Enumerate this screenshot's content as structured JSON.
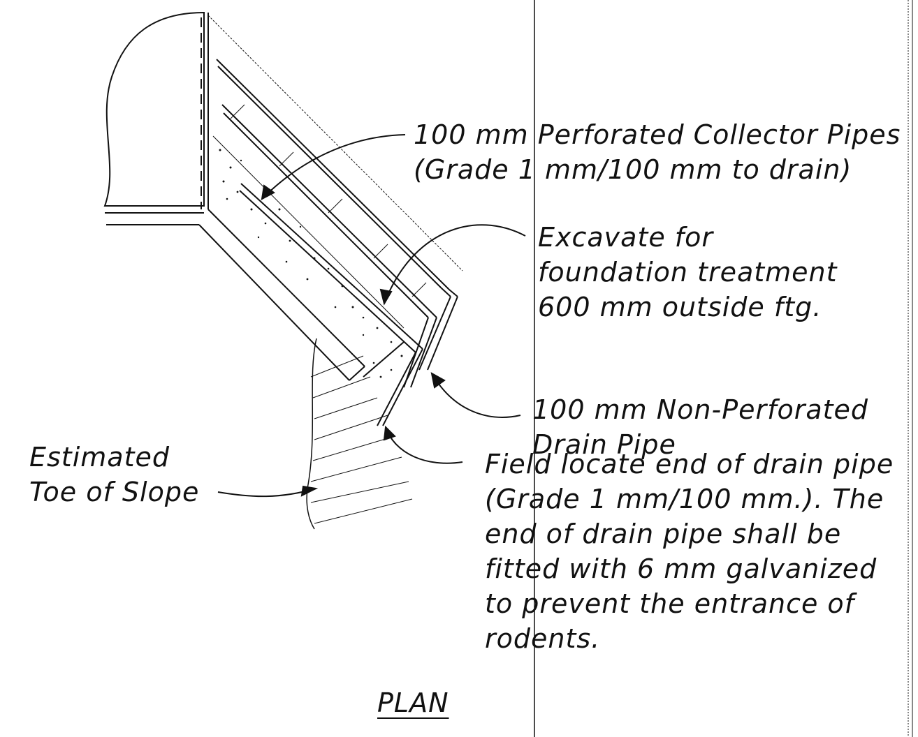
{
  "drawing": {
    "title": "PLAN",
    "line_color": "#111111",
    "notes": {
      "collector_pipes": [
        "100 mm Perforated Collector Pipes",
        "(Grade  1 mm/100 mm to drain)"
      ],
      "excavate": [
        "Excavate for",
        "foundation treatment",
        "600 mm outside ftg."
      ],
      "drain_pipe": [
        "100 mm Non-Perforated",
        "Drain Pipe"
      ],
      "toe_of_slope": [
        "Estimated",
        "Toe of Slope"
      ],
      "field_locate": [
        "Field locate end of drain pipe",
        "(Grade 1 mm/100 mm.).  The",
        "end of drain pipe shall be",
        "fitted with 6 mm galvanized",
        "to prevent the entrance of",
        "rodents."
      ]
    }
  }
}
